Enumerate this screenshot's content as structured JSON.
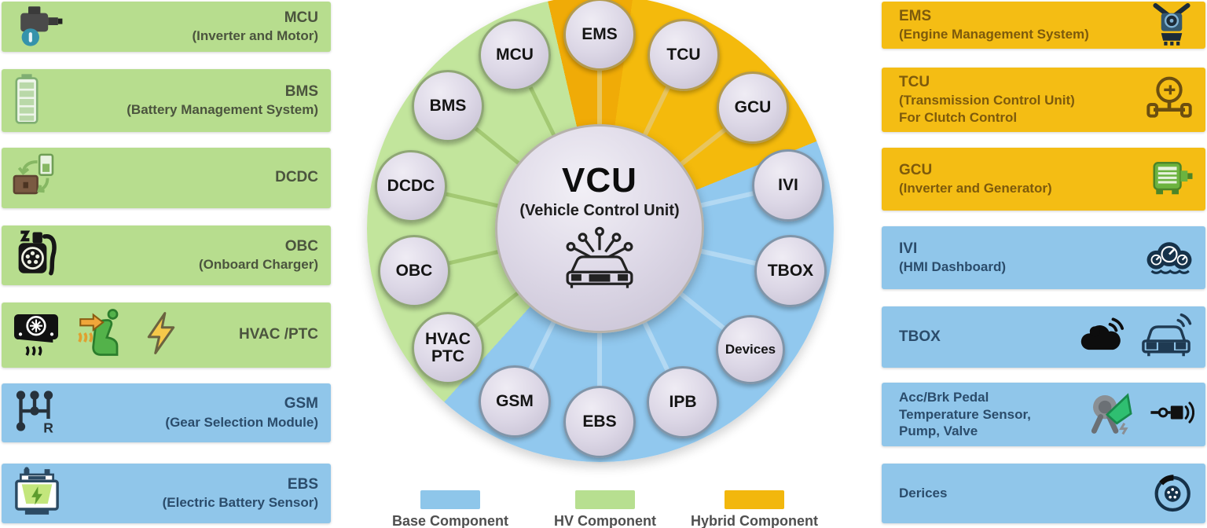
{
  "diagram": {
    "center": {
      "title": "VCU",
      "subtitle": "(Vehicle Control Unit)",
      "icon": "connected-car-circuit-icon"
    },
    "nodes": [
      {
        "label": "EMS",
        "sector": "hybrid"
      },
      {
        "label": "TCU",
        "sector": "hybrid"
      },
      {
        "label": "GCU",
        "sector": "hybrid"
      },
      {
        "label": "IVI",
        "sector": "base"
      },
      {
        "label": "TBOX",
        "sector": "base"
      },
      {
        "label": "Devices",
        "sector": "base"
      },
      {
        "label": "IPB",
        "sector": "base"
      },
      {
        "label": "EBS",
        "sector": "base"
      },
      {
        "label": "GSM",
        "sector": "base"
      },
      {
        "label": "HVAC PTC",
        "lines": [
          "HVAC",
          "PTC"
        ],
        "sector": "hv"
      },
      {
        "label": "OBC",
        "sector": "hv"
      },
      {
        "label": "DCDC",
        "sector": "hv"
      },
      {
        "label": "BMS",
        "sector": "hv"
      },
      {
        "label": "MCU",
        "sector": "hv"
      }
    ]
  },
  "left_panel": {
    "rows": [
      {
        "type": "hv",
        "icons": [
          "motor-icon"
        ],
        "lines": [
          "MCU",
          "(Inverter and Motor)"
        ]
      },
      {
        "type": "hv",
        "icons": [
          "battery-icon"
        ],
        "lines": [
          "BMS",
          "(Battery Management System)"
        ]
      },
      {
        "type": "hv",
        "icons": [
          "dcdc-converter-icon"
        ],
        "lines": [
          "DCDC"
        ]
      },
      {
        "type": "hv",
        "icons": [
          "charging-plug-icon"
        ],
        "lines": [
          "OBC",
          "(Onboard Charger)"
        ]
      },
      {
        "type": "hv",
        "icons": [
          "ac-unit-icon",
          "heated-seat-icon",
          "bolt-icon"
        ],
        "lines": [
          "HVAC /PTC"
        ]
      },
      {
        "type": "base",
        "icons": [
          "gear-shifter-icon"
        ],
        "lines": [
          "GSM",
          "(Gear Selection Module)"
        ]
      },
      {
        "type": "base",
        "icons": [
          "car-battery-icon"
        ],
        "lines": [
          "EBS",
          "(Electric Battery Sensor)"
        ]
      }
    ]
  },
  "right_panel": {
    "rows": [
      {
        "type": "hybrid",
        "icons": [
          "engine-icon"
        ],
        "lines": [
          "EMS",
          "(Engine Management System)"
        ]
      },
      {
        "type": "hybrid",
        "icons": [
          "transmission-axle-icon"
        ],
        "lines": [
          "TCU",
          "(Transmission Control Unit)",
          "For Clutch Control"
        ]
      },
      {
        "type": "hybrid",
        "icons": [
          "generator-icon"
        ],
        "lines": [
          "GCU",
          "(Inverter and Generator)"
        ]
      },
      {
        "type": "base",
        "icons": [
          "gauge-cluster-icon"
        ],
        "lines": [
          "IVI",
          "(HMI Dashboard)"
        ]
      },
      {
        "type": "base",
        "icons": [
          "cloud-wifi-icon",
          "connected-car-icon"
        ],
        "lines": [
          "TBOX"
        ]
      },
      {
        "type": "base",
        "icons": [
          "pedal-sensor-icon",
          "valve-signal-icon"
        ],
        "lines": [
          "Acc/Brk Pedal",
          "Temperature Sensor,",
          "Pump, Valve"
        ]
      },
      {
        "type": "base",
        "icons": [
          "brake-disc-icon"
        ],
        "lines": [
          "Derices"
        ]
      }
    ]
  },
  "legend": {
    "items": [
      {
        "label": "Base Component",
        "color": "#8ec6ea"
      },
      {
        "label": "HV Component",
        "color": "#b7df90"
      },
      {
        "label": "Hybrid Component",
        "color": "#f2b70d"
      }
    ]
  },
  "colors": {
    "sector_hybrid": "#f4ba0c",
    "sector_hybrid_dark_wedge": "#f0ab07",
    "sector_base": "#91c8ee",
    "sector_hv": "#c2e59c",
    "row_hv": "#b7dd8e",
    "row_base": "#90c6ea",
    "row_hybrid": "#f4bd14",
    "node_fill": "#dcd7e6"
  }
}
